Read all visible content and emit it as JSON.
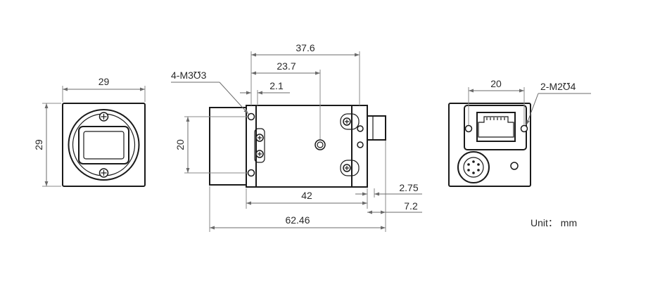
{
  "front_view": {
    "width_label": "29",
    "height_label": "29"
  },
  "side_view": {
    "dim_overall_top": "37.6",
    "dim_middle": "23.7",
    "dim_small": "2.1",
    "thread_callout": "4-M3℧3",
    "height_label": "20",
    "dim_body": "42",
    "dim_flange": "2.75",
    "dim_connector": "7.2",
    "dim_overall": "62.46"
  },
  "rear_view": {
    "width_label": "20",
    "thread_callout": "2-M2℧4"
  },
  "unit_label": "Unit： mm"
}
